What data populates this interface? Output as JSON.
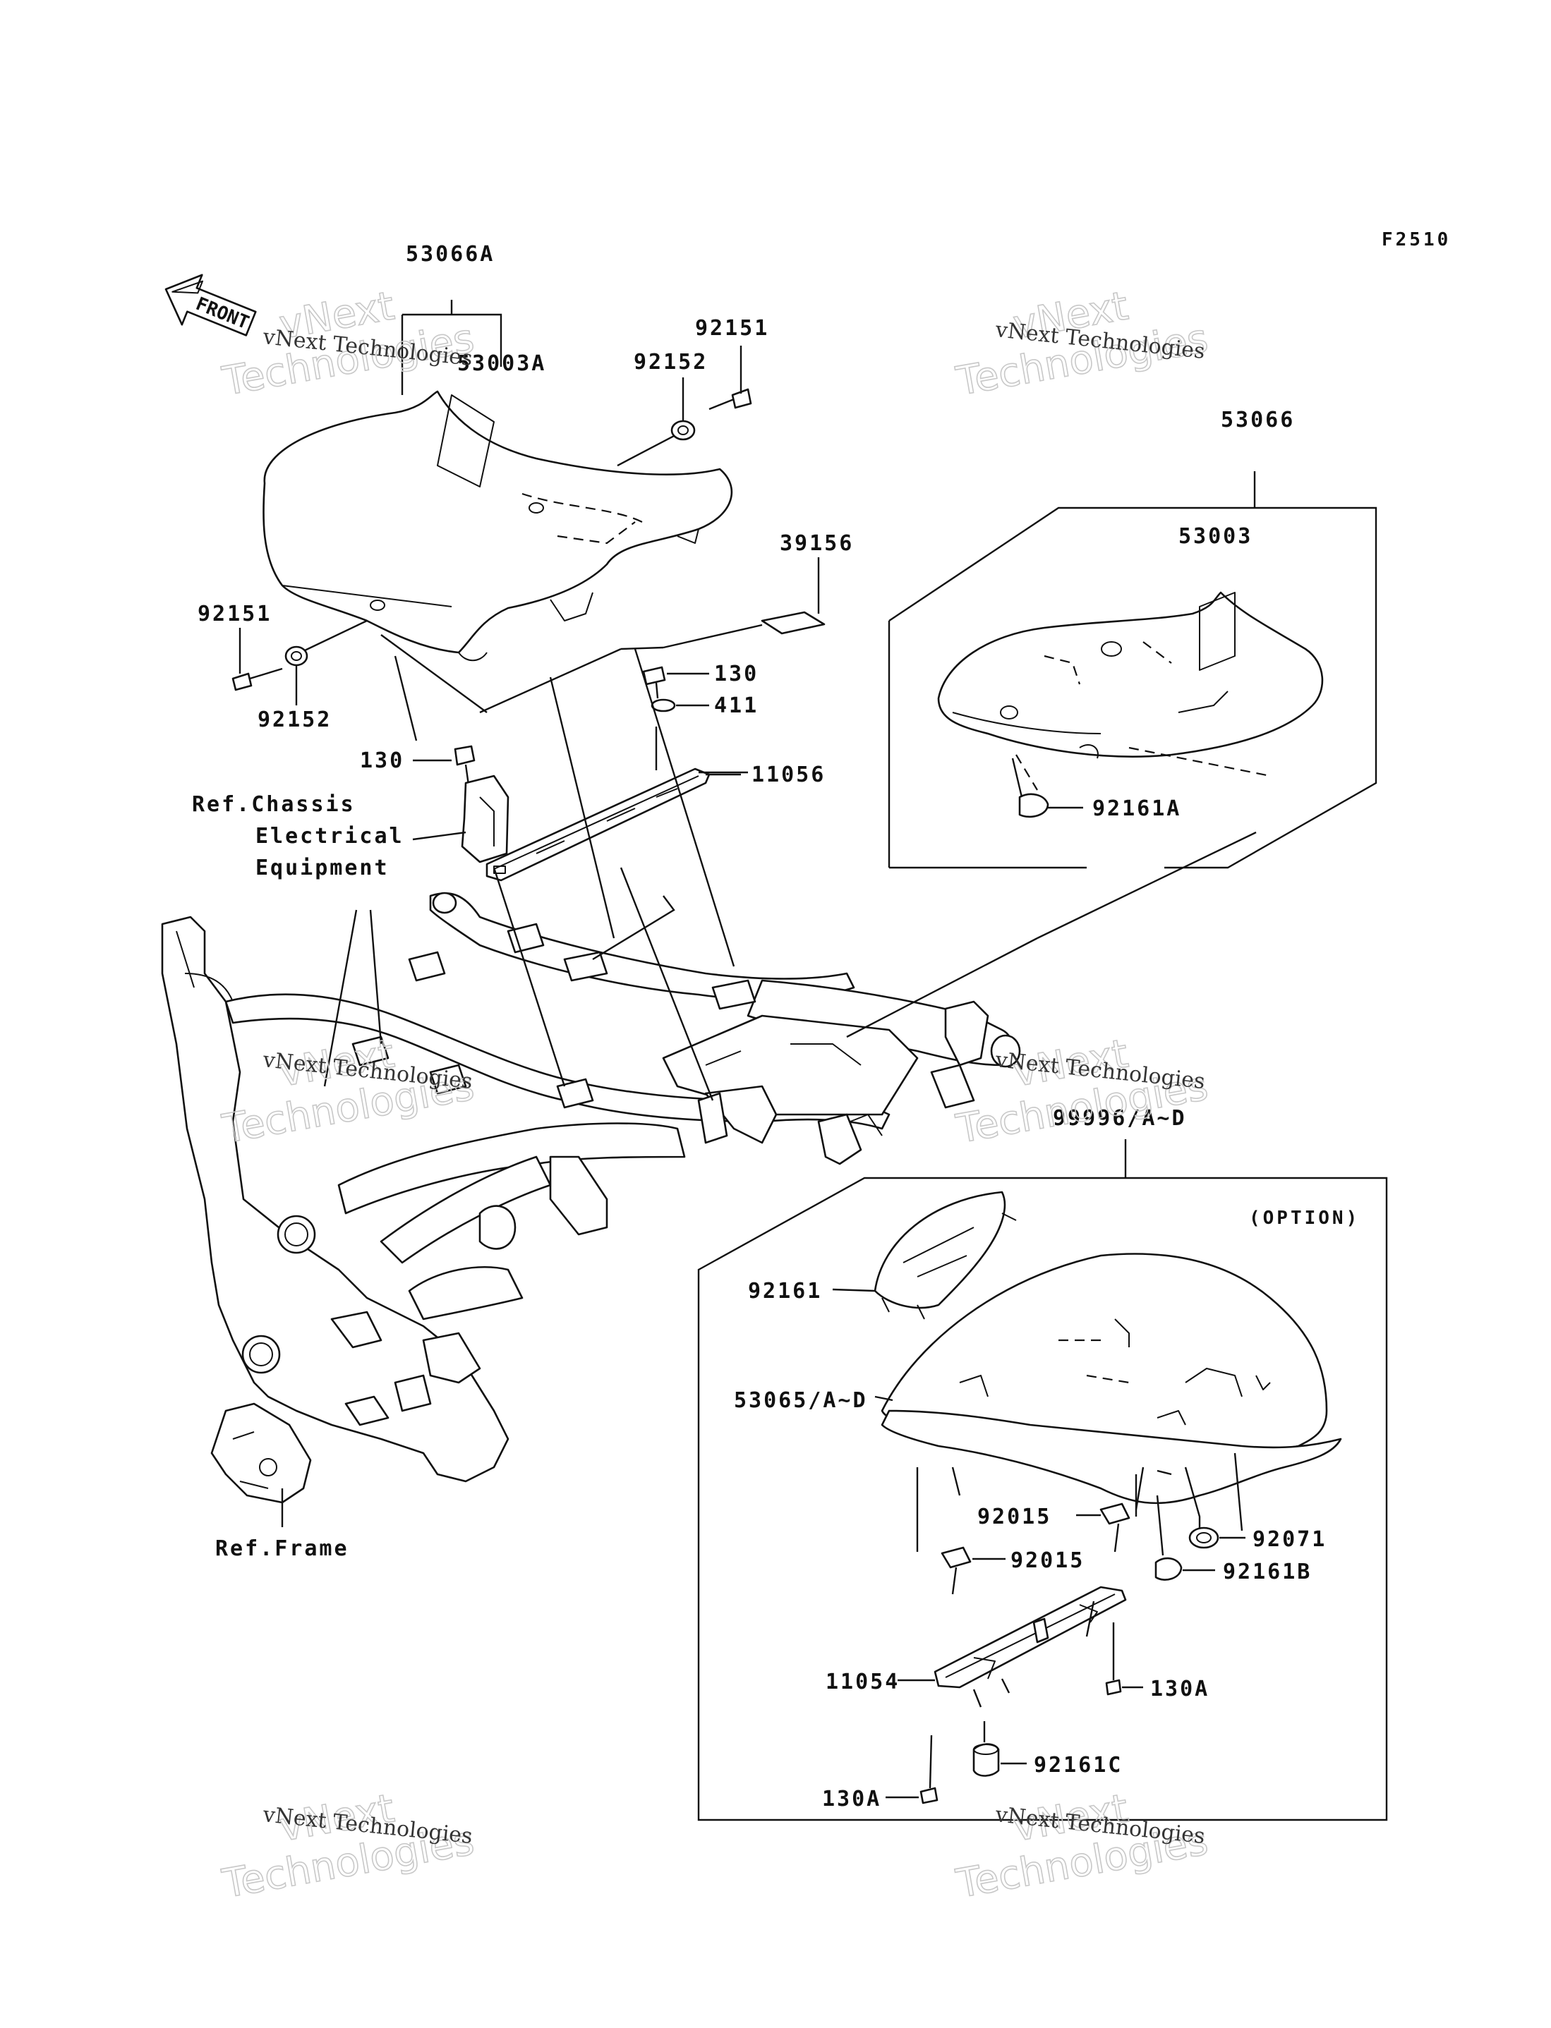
{
  "diagram": {
    "code": "F2510",
    "front_label": "FRONT",
    "option_label": "(OPTION)",
    "references": {
      "chassis_electrical": [
        "Ref.Chassis",
        "Electrical",
        "Equipment"
      ],
      "frame": "Ref.Frame"
    },
    "callouts": {
      "c53066A": "53066A",
      "c53003A": "53003A",
      "c92151_top": "92151",
      "c92152_top": "92152",
      "c39156": "39156",
      "c92151_left": "92151",
      "c92152_left": "92152",
      "c130_right": "130",
      "c411": "411",
      "c130_left": "130",
      "c11056": "11056",
      "c53066": "53066",
      "c53003": "53003",
      "c92161A": "92161A",
      "c99996": "99996/A~D",
      "c92161": "92161",
      "c53065": "53065/A~D",
      "c92015_a": "92015",
      "c92015_b": "92015",
      "c92071": "92071",
      "c92161B": "92161B",
      "c11054": "11054",
      "c130A_right": "130A",
      "c130A_left": "130A",
      "c92161C": "92161C"
    },
    "watermark": {
      "line1": "vNext Technologies",
      "line2a": "vNext",
      "line2b": "Technologies"
    }
  }
}
